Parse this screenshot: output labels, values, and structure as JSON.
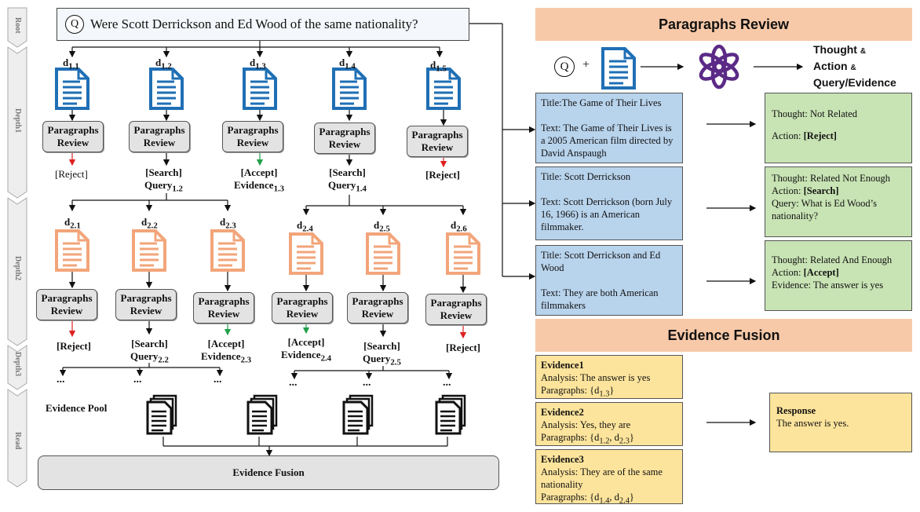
{
  "question": {
    "icon": "Q",
    "text": "Were Scott Derrickson and Ed Wood of the same nationality?"
  },
  "stages": [
    "Root",
    "Depth1",
    "Depth2",
    "Depth3",
    "Read"
  ],
  "nodes": {
    "d11": {
      "label": "d",
      "sub": "1.1"
    },
    "d12": {
      "label": "d",
      "sub": "1.2"
    },
    "d13": {
      "label": "d",
      "sub": "1.3"
    },
    "d14": {
      "label": "d",
      "sub": "1.4"
    },
    "d15": {
      "label": "d",
      "sub": "1.5"
    },
    "d21": {
      "label": "d",
      "sub": "2.1"
    },
    "d22": {
      "label": "d",
      "sub": "2.2"
    },
    "d23": {
      "label": "d",
      "sub": "2.3"
    },
    "d24": {
      "label": "d",
      "sub": "2.4"
    },
    "d25": {
      "label": "d",
      "sub": "2.5"
    },
    "d26": {
      "label": "d",
      "sub": "2.6"
    }
  },
  "review_label": "Paragraphs Review",
  "actions": {
    "reject": "[Reject]",
    "search": "[Search]",
    "accept": "[Accept]",
    "query": "Query",
    "evidence": "Evidence",
    "q12": "1.2",
    "e13": "1.3",
    "q14": "1.4",
    "q22": "2.2",
    "e23": "2.3",
    "e24": "2.4",
    "q25": "2.5"
  },
  "dots": "...",
  "evidence_pool": "Evidence Pool",
  "evidence_fusion_bar": "Evidence Fusion",
  "right": {
    "paragraphs_review_title": "Paragraphs Review",
    "plus": "+",
    "output_label": {
      "thought": "Thought",
      "amp1": "&",
      "action": "Action",
      "amp2": "&",
      "query": "Query/Evidence"
    },
    "cards": [
      {
        "title": "Title:The Game of Their Lives",
        "text": "Text: The Game of Their Lives is a 2005 American  film directed by David Anspaugh"
      },
      {
        "title": "Title: Scott Derrickson",
        "text": "Text: Scott Derrickson (born July 16, 1966) is an American filmmaker."
      },
      {
        "title": "Title: Scott Derrickson and Ed Wood",
        "text": "Text: They are both American filmmakers"
      }
    ],
    "results": [
      {
        "thought": "Thought: Not Related",
        "action_prefix": "Action: ",
        "action": "[Reject]"
      },
      {
        "thought": "Thought: Related Not Enough",
        "action_prefix": "Action: ",
        "action": "[Search]",
        "extra": "Query: What is Ed Wood’s nationality?"
      },
      {
        "thought": "Thought: Related And Enough",
        "action_prefix": "Action: ",
        "action": "[Accept]",
        "extra": "Evidence: The answer is yes"
      }
    ],
    "evidence_fusion_title": "Evidence Fusion",
    "evidence": [
      {
        "title": "Evidence1",
        "analysis": "Analysis: The answer is yes",
        "paragraphs": "Paragraphs: {d",
        "p1": "1.3",
        "close": "}"
      },
      {
        "title": "Evidence2",
        "analysis": "Analysis: Yes, they are",
        "paragraphs": "Paragraphs: {d",
        "p1": "1.2",
        "mid": ", d",
        "p2": "2.3",
        "close": "}"
      },
      {
        "title": "Evidence3",
        "analysis": "Analysis: They are of the same nationality",
        "paragraphs": "Paragraphs: {d",
        "p1": "1.4",
        "mid": ", d",
        "p2": "2.4",
        "close": "}"
      }
    ],
    "response": {
      "title": "Response",
      "text": "The answer is yes."
    }
  },
  "colors": {
    "doc_blue": "#1f6fb5",
    "doc_orange": "#f2a57a",
    "header": "#f8c9a8",
    "blue_card": "#b8d3ec",
    "green_card": "#c8e3b4",
    "yellow_card": "#fde49c",
    "reject_arrow": "#e02020",
    "accept_arrow": "#22a04a"
  }
}
